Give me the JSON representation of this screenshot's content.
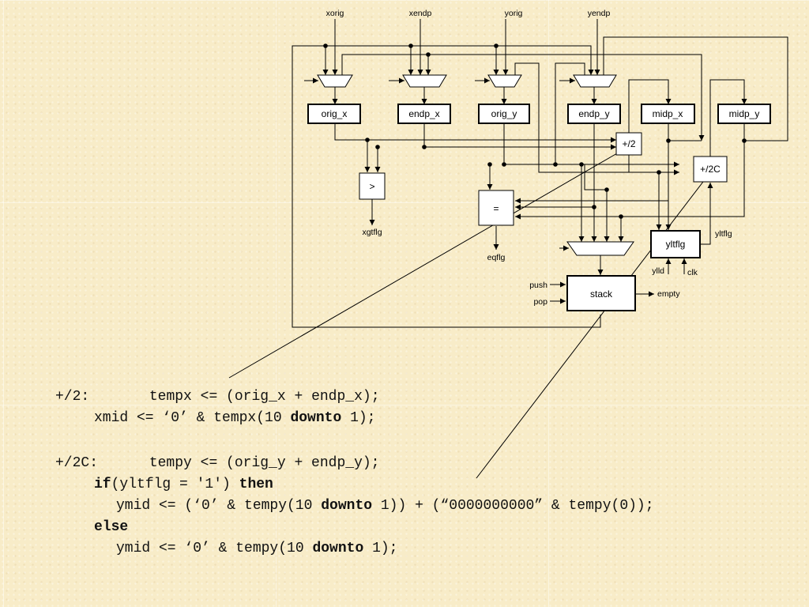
{
  "diagram": {
    "inputs": {
      "xorig": "xorig",
      "xendp": "xendp",
      "yorig": "yorig",
      "yendp": "yendp"
    },
    "registers": {
      "orig_x": "orig_x",
      "endp_x": "endp_x",
      "orig_y": "orig_y",
      "endp_y": "endp_y",
      "midp_x": "midp_x",
      "midp_y": "midp_y",
      "yltflg": "yltflg"
    },
    "ops": {
      "div2": "+/2",
      "div2c": "+/2C",
      "gt": ">",
      "eq": "=",
      "stack": "stack"
    },
    "signals": {
      "xgtflg": "xgtflg",
      "eqflg": "eqflg",
      "yltflg_out": "yltflg",
      "ylld": "ylld",
      "clk": "clk",
      "push": "push",
      "pop": "pop",
      "empty": "empty"
    }
  },
  "code": {
    "l1_label": "+/2:",
    "l1_rest": "tempx <= (orig_x + endp_x);",
    "l2_pre": "xmid <= ‘0’ & tempx(10 ",
    "l2_kw": "downto",
    "l2_post": " 1);",
    "l3_label": "+/2C:",
    "l3_rest": "tempy <= (orig_y + endp_y);",
    "l4_kw1": "if",
    "l4_mid": "(yltflg = '1') ",
    "l4_kw2": "then",
    "l5_pre": "ymid <= (‘0’ & tempy(10 ",
    "l5_kw": "downto",
    "l5_post": " 1)) + (“0000000000” & tempy(0));",
    "l6_kw": "else",
    "l7_pre": "ymid <= ‘0’ & tempy(10 ",
    "l7_kw": "downto",
    "l7_post": " 1);"
  },
  "colors": {
    "background": "#f8ecc8",
    "ink": "#000000"
  }
}
